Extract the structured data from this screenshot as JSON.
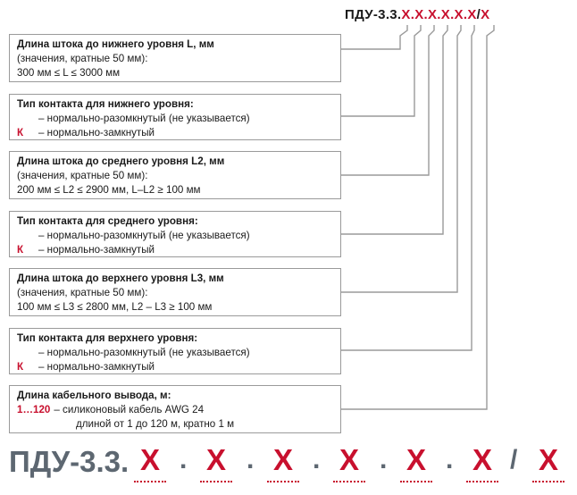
{
  "top_code": {
    "prefix": "ПДУ-3.3.",
    "slots": [
      "X",
      ".",
      "X",
      ".",
      "X",
      ".",
      "X",
      ".",
      "X",
      ".",
      "X",
      "/",
      "X"
    ]
  },
  "boxes": [
    {
      "title": "Длина штока до нижнего уровня L, мм",
      "lines": [
        "(значения, кратные 50 мм):",
        "300 мм ≤ L ≤ 3000 мм"
      ]
    },
    {
      "title": "Тип контакта для нижнего уровня:",
      "no_line": "– нормально-разомкнутый (не указывается)",
      "nc_code": "К",
      "nc_line": "– нормально-замкнутый"
    },
    {
      "title": "Длина штока до среднего уровня L2, мм",
      "lines": [
        "(значения, кратные 50 мм):",
        "200 мм ≤ L2 ≤ 2900 мм, L–L2 ≥ 100 мм"
      ]
    },
    {
      "title": "Тип контакта для среднего уровня:",
      "no_line": "– нормально-разомкнутый (не указывается)",
      "nc_code": "К",
      "nc_line": "– нормально-замкнутый"
    },
    {
      "title": "Длина штока до верхнего уровня L3, мм",
      "lines": [
        "(значения, кратные 50 мм):",
        "100 мм ≤ L3 ≤ 2800 мм, L2 – L3 ≥ 100 мм"
      ]
    },
    {
      "title": "Тип контакта для верхнего уровня:",
      "no_line": "– нормально-разомкнутый (не указывается)",
      "nc_code": "К",
      "nc_line": "– нормально-замкнутый"
    },
    {
      "title": "Длина кабельного вывода, м:",
      "range_code": "1…120",
      "range_line": "– силиконовый кабель AWG 24",
      "range_line2": "длиной от 1 до 120 м, кратно 1 м"
    }
  ],
  "bottom_code": {
    "prefix": "ПДУ-3.3.",
    "slots": [
      "X",
      "X",
      "X",
      "X",
      "X",
      "X",
      "X"
    ],
    "separators": [
      ".",
      ".",
      ".",
      ".",
      ".",
      "/"
    ]
  },
  "colors": {
    "accent": "#c8102e",
    "line": "#9a9a9a",
    "prefix_gray": "#5d6771"
  }
}
